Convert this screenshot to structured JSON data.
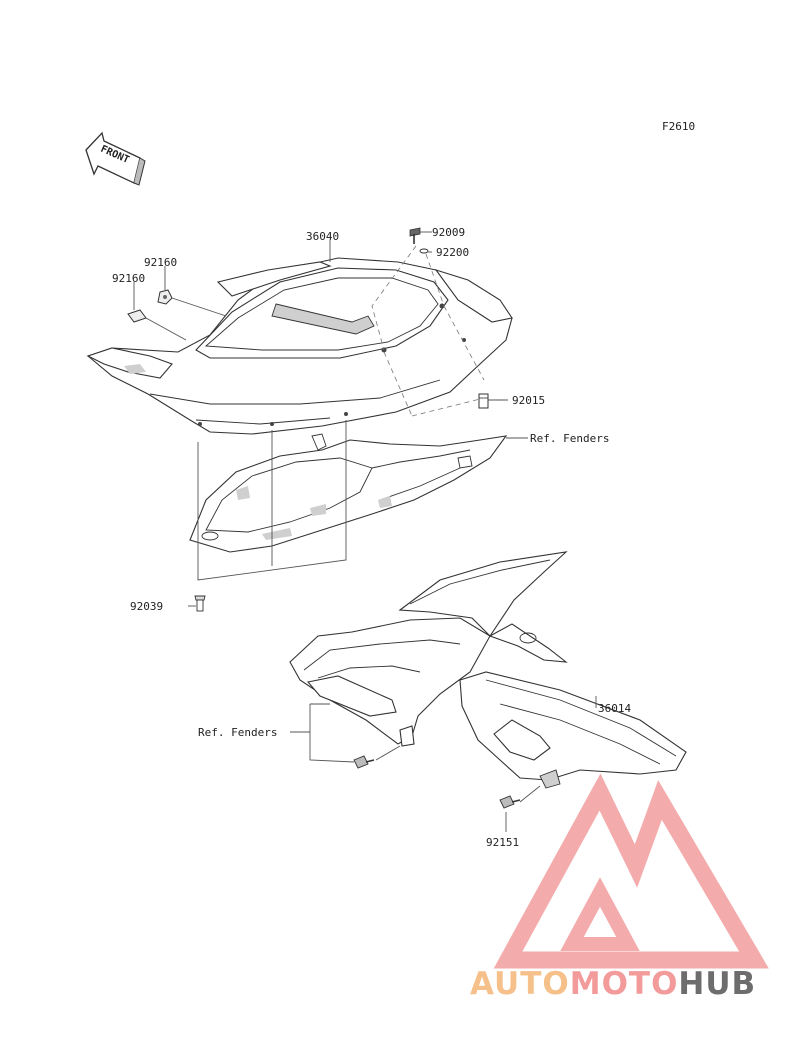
{
  "figure_code": "F2610",
  "front_arrow_text": "FRONT",
  "watermark": {
    "part1": "AUTO",
    "part2": "MOTO",
    "part3": "HUB",
    "color_auto": "#f5c08a",
    "color_moto": "#f39a9a",
    "color_hub": "#6d6d6d",
    "logo_color": "#f2a3a3"
  },
  "labels": {
    "p36040": "36040",
    "p92009": "92009",
    "p92200": "92200",
    "p92160_a": "92160",
    "p92160_b": "92160",
    "p92015": "92015",
    "ref_fenders_1": "Ref. Fenders",
    "p92039": "92039",
    "p36014": "36014",
    "ref_fenders_2": "Ref. Fenders",
    "p92151": "92151"
  }
}
